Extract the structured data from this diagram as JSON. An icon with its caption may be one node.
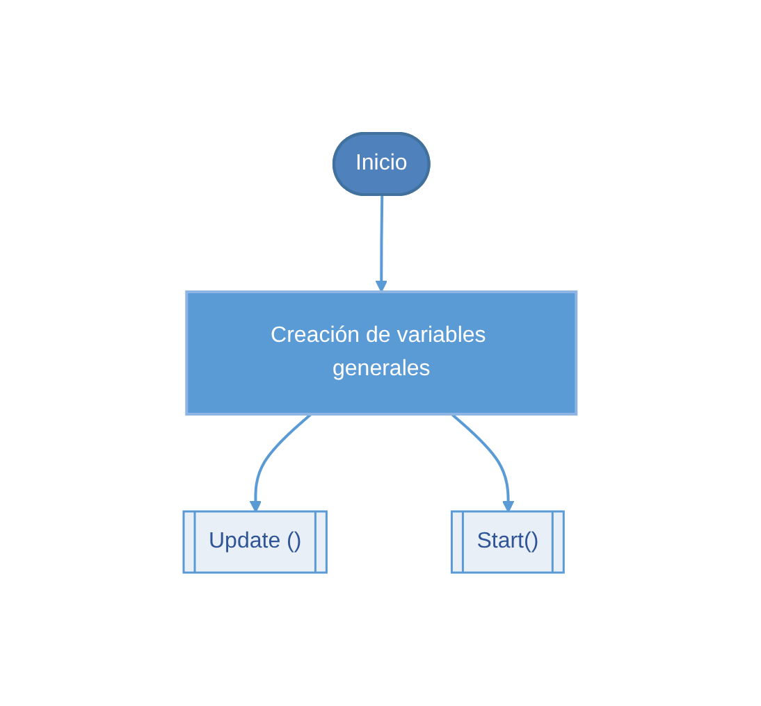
{
  "diagram": {
    "nodes": [
      {
        "text": [
          "Inicio"
        ]
      },
      {
        "text": [
          "Creación de variables generales"
        ]
      },
      {
        "text": [
          "Update ()"
        ]
      },
      {
        "text": [
          "Start()"
        ]
      }
    ],
    "edges": [
      {
        "from": 0,
        "to": 1,
        "arrow": "to"
      },
      {
        "from": 1,
        "to": 2,
        "arrow": "to"
      },
      {
        "from": 1,
        "to": 3,
        "arrow": "to"
      }
    ]
  }
}
